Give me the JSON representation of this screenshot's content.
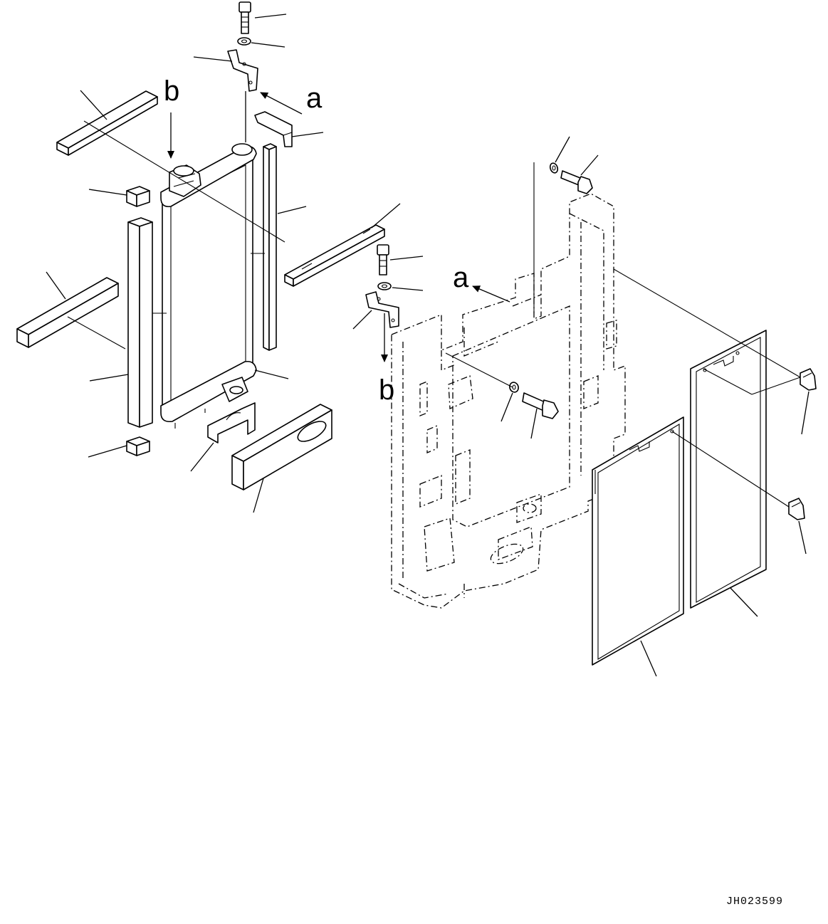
{
  "view_labels": {
    "a": "a",
    "b": "b"
  },
  "drawing_code": "JH023599"
}
